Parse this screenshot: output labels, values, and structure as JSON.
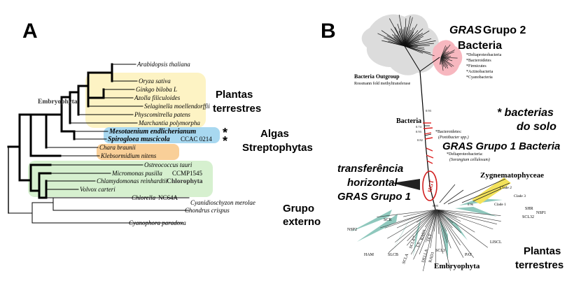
{
  "panel_a": {
    "letter": "A",
    "clades": {
      "embryophyta": "Embryophyta",
      "chlorophyta": "Chlorophyta"
    },
    "species": {
      "arabidopsis": "Arabidopsis thaliana",
      "oryza": "Oryza sativa",
      "ginkgo": "Ginkgo biloba L",
      "azolla": "Azolla filiculoides",
      "selaginella": "Selaginella moellendorffii",
      "physcomitrella": "Physcomitrella patens",
      "marchantia": "Marchantia polymorpha",
      "mesotaenium": "Mesotaenium endlicherianum",
      "spirogloea": "Spirogloea muscicola",
      "spirogloea_strain": "CCAC 0214",
      "chara": "Chara braunii",
      "klebsormidium": "Klebsormidium nitens",
      "ostreococcus": "Ostreococcus tauri",
      "micromonas": "Micromonas pusilla",
      "micromonas_strain": "CCMP1545",
      "chlamydomonas": "Chlamydomonas reinhardtii",
      "volvox": "Volvox carteri",
      "chlorella": "Chlorella",
      "chlorella_strain": "NC64A",
      "cyanidioschyzon": "Cyanidioschyzon merolae",
      "chondrus": "Chondrus crispus",
      "cyanophora": "Cyanophora paradoxa"
    },
    "groups": {
      "plantas_l1": "Plantas",
      "plantas_l2": "terrestres",
      "algas_l1": "Algas",
      "algas_l2": "Streptophytas",
      "externo_l1": "Grupo",
      "externo_l2": "externo"
    },
    "asterisk": "*"
  },
  "panel_b": {
    "letter": "B",
    "gras2_italic": "GRAS",
    "gras2_rest": " Grupo 2",
    "gras2_line2": "Bacteria",
    "outgroup_title": "Bacteria Outgroup",
    "outgroup_sub": "Rossmann fold methyltransferase",
    "bact_list": [
      "*Deltaproteobacteria",
      "*Bacteroidetes",
      "*Firmicutes",
      "*Actinobacteria",
      "*Cyanobacteria"
    ],
    "bacteria_label": "Bacteria",
    "bacteroidetes": "*Bacteroidetes:",
    "bacteroidetes_sp": "(Pontibacter spp.)",
    "delta": "*Deltaproteobacteria:",
    "delta_sp": "(Sorangium cellulosum)",
    "bacterias_solo_l1": "* bacterias",
    "bacterias_solo_l2": "do solo",
    "gras1": "GRAS Grupo 1 Bacteria",
    "transfer_l1": "transferência",
    "transfer_l2": "horizontal",
    "transfer_l3": "GRAS Grupo 1",
    "hgt": "HGT",
    "zygnem": "Zygnematophyceae",
    "clade1": "Clade 1",
    "clade2": "Clade 2",
    "clade3": "Clade 3",
    "bootstrap": [
      "0.93",
      "0.74",
      "0.93",
      "0.82",
      "0.93",
      "0.92",
      "0.96"
    ],
    "subfamilies": {
      "scr": "SCR",
      "nsp2": "NSP2",
      "ham": "HAM",
      "slcb": "SLCB",
      "scla": "SCLA",
      "scl4": "SCL4/7",
      "ls": "LS",
      "della": "DELLA",
      "rad1": "RAD1",
      "scl3": "SCL3",
      "pat": "PAT",
      "lisc": "LISCL",
      "shr": "SHR",
      "scl32": "SCL32",
      "nsp1": "NSP1",
      "dlt": "DLT",
      "rad": "RAD1"
    },
    "embryophyta": "Embryophyta",
    "plantas_l1": "Plantas",
    "plantas_l2": "terrestres"
  }
}
